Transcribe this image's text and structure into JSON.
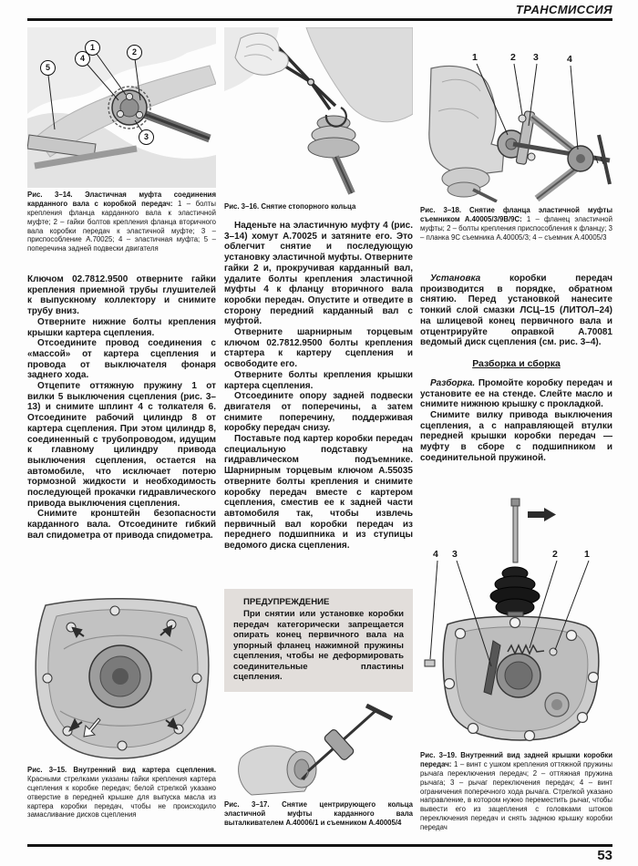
{
  "header": {
    "title": "ТРАНСМИССИЯ"
  },
  "footer": {
    "page_number": "53"
  },
  "left_column": {
    "fig_3_14": {
      "callouts": [
        "5",
        "4",
        "1",
        "2",
        "3"
      ],
      "caption_lead": "Рис. 3–14. Эластичная муфта соединения карданного вала с коробкой передач:",
      "caption_rest": "1 – болты крепления фланца карданного вала к эластичной муфте; 2 – гайки болтов крепления фланца вторичного вала коробки передач к эластичной муфте; 3 – приспособление А.70025; 4 – эластичная муфта; 5 – поперечина задней подвески двигателя"
    },
    "paragraphs": [
      "Ключом 02.7812.9500 отверните гайки крепления приемной трубы глушителей к выпускному коллектору и снимите трубу вниз.",
      "Отверните нижние болты крепления крышки картера сцепления.",
      "Отсоедините провод соединения с «массой» от картера сцепления и провода от выключателя фонаря заднего хода.",
      "Отцепите оттяжную пружину 1 от вилки 5 выключения сцепления (рис. 3–13) и снимите шплинт 4 с толкателя 6. Отсоедините рабочий цилиндр 8 от картера сцепления. При этом цилиндр 8, соединенный с трубопроводом, идущим к главному цилиндру привода выключения сцепления, остается на автомобиле, что исключает потерю тормозной жидкости и необходимость последующей прокачки гидравлического привода выключения сцепления.",
      "Снимите кронштейн безопасности карданного вала. Отсоедините гибкий вал спидометра от привода спидометра."
    ],
    "fig_3_15": {
      "caption_lead": "Рис. 3–15. Внутренний вид картера сцепления.",
      "caption_rest": "Красными стрелками указаны гайки крепления картера сцепления к коробке передач; белой стрелкой указано отверстие в передней крышке для выпуска масла из картера коробки передач, чтобы не происходило замасливание дисков сцепления"
    }
  },
  "middle_column": {
    "fig_3_16": {
      "caption": "Рис. 3–16. Снятие стопорного кольца"
    },
    "paragraphs": [
      "Наденьте на эластичную муфту 4 (рис. 3–14) хомут А.70025 и затяните его. Это облегчит снятие и последующую установку эластичной муфты. Отверните гайки 2 и, прокручивая карданный вал, удалите болты крепления эластичной муфты 4 к фланцу вторичного вала коробки передач. Опустите и отведите в сторону передний карданный вал с муфтой.",
      "Отверните шарнирным торцевым ключом 02.7812.9500 болты крепления стартера к картеру сцепления и освободите его.",
      "Отверните болты крепления крышки картера сцепления.",
      "Отсоедините опору задней подвески двигателя от поперечины, а затем снимите поперечину, поддерживая коробку передач снизу.",
      "Поставьте под картер коробки передач специальную подставку на гидравлическом подъемнике. Шарнирным торцевым ключом А.55035 отверните болты крепления и снимите коробку передач вместе с картером сцепления, сместив ее к задней части автомобиля так, чтобы извлечь первичный вал коробки передач из переднего подшипника и из ступицы ведомого диска сцепления."
    ],
    "warning": {
      "title": "ПРЕДУПРЕЖДЕНИЕ",
      "text": "При снятии или установке коробки передач категорически запрещается опирать конец первичного вала на упорный фланец нажимной пружины сцепления, чтобы не деформировать соединительные пластины сцепления."
    },
    "fig_3_17": {
      "caption": "Рис. 3–17. Снятие центрирующего кольца эластичной муфты карданного вала выталкивателем А.40006/1 и съемником А.40005/4"
    }
  },
  "right_column": {
    "fig_3_18": {
      "callouts": [
        "1",
        "2",
        "3",
        "4"
      ],
      "caption_lead": "Рис. 3–18. Снятие фланца эластичной муфты съемником А.40005/3/9В/9С:",
      "caption_rest": "1 – фланец эластичной муфты; 2 – болты крепления приспособления к фланцу; 3 – планка 9С съемника А.40005/3; 4 – съемник А.40005/3"
    },
    "install_lead": "Установка",
    "install_rest": " коробки передач производится в порядке, обратном снятию. Перед установкой нанесите тонкий слой смазки ЛСЦ–15 (ЛИТОЛ–24) на шлицевой конец первичного вала и отцентрируйте оправкой А.70081 ведомый диск сцепления (см. рис. 3–4).",
    "section_heading": "Разборка и сборка",
    "disassembly_lead": "Разборка.",
    "disassembly_rest": " Промойте коробку передач и установите ее на стенде. Слейте масло и снимите нижнюю крышку с прокладкой.",
    "paragraph_last": "Снимите вилку привода выключения сцепления, а с направляющей втулки передней крышки коробки передач — муфту в сборе с подшипником и соединительной пружиной.",
    "fig_3_19": {
      "callouts": [
        "4",
        "3",
        "2",
        "1"
      ],
      "caption_lead": "Рис. 3–19. Внутренний вид задней крышки коробки передач:",
      "caption_rest": "1 – винт с ушком крепления оттяжной пружины рычага переключения передач; 2 – оттяжная пружина рычага; 3 – рычаг переключения передач; 4 – винт ограничения поперечного хода рычага. Стрелкой указано направление, в котором нужно переместить рычаг, чтобы вывести его из зацепления с головками штоков переключения передач и снять заднюю крышку коробки передач"
    }
  }
}
